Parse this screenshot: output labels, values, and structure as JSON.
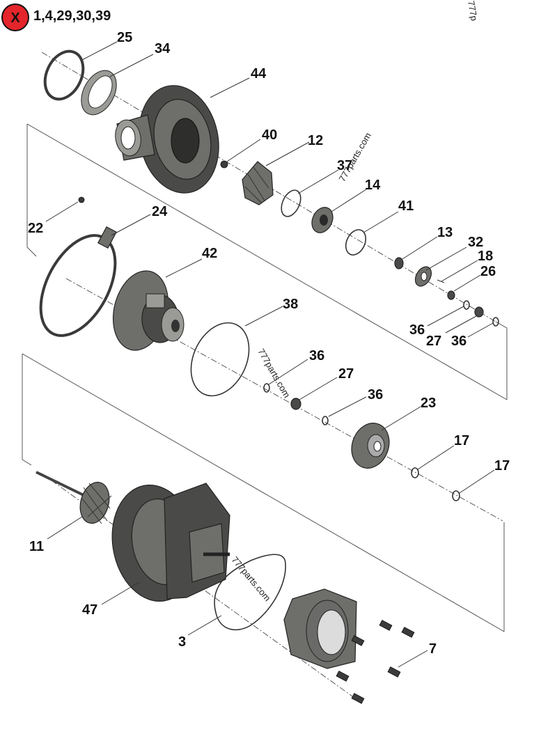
{
  "header": {
    "badge_icon": "x-icon",
    "badge_color": "#e4252b",
    "badge_letter": "X",
    "excluded_parts": "1,4,29,30,39"
  },
  "watermark": "777parts.com",
  "watermark_corner": "777p",
  "callouts": {
    "p3": "3",
    "p7": "7",
    "p11": "11",
    "p12": "12",
    "p13": "13",
    "p14": "14",
    "p17a": "17",
    "p17b": "17",
    "p18": "18",
    "p22": "22",
    "p23": "23",
    "p24": "24",
    "p25": "25",
    "p26": "26",
    "p27a": "27",
    "p27b": "27",
    "p32": "32",
    "p34": "34",
    "p36a": "36",
    "p36b": "36",
    "p36c": "36",
    "p36d": "36",
    "p37": "37",
    "p38": "38",
    "p40": "40",
    "p41": "41",
    "p42": "42",
    "p44": "44",
    "p47": "47"
  }
}
